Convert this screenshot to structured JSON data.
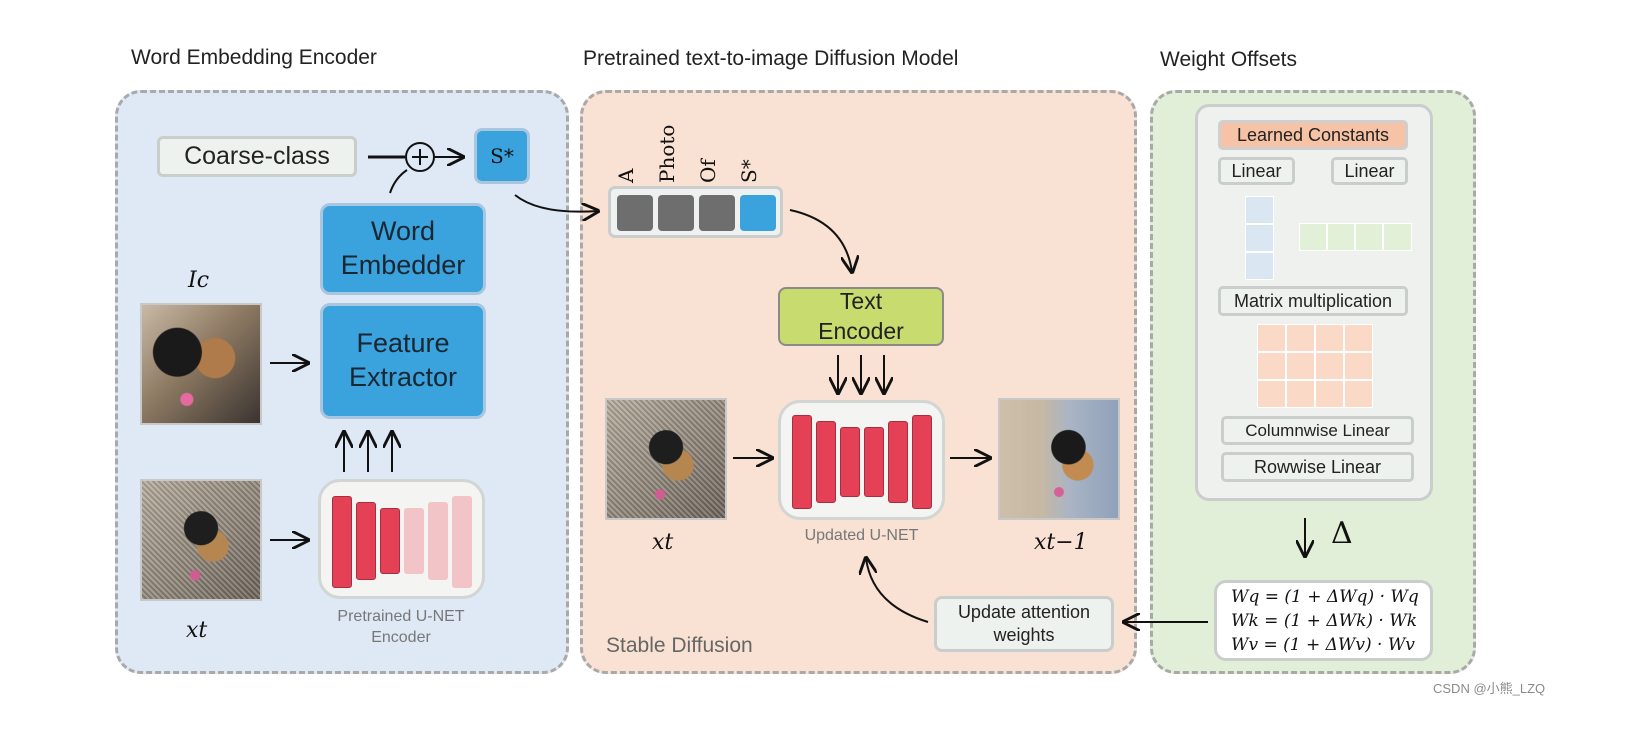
{
  "sections": {
    "encoder": {
      "title": "Word Embedding Encoder"
    },
    "diffusion": {
      "title": "Pretrained text-to-image Diffusion Model",
      "footer": "Stable Diffusion"
    },
    "offsets": {
      "title": "Weight Offsets"
    }
  },
  "encoder": {
    "coarse_class": "Coarse-class",
    "plus_symbol": "+",
    "s_star": "S*",
    "word_embedder": "Word Embedder",
    "feature_extractor": "Feature Extractor",
    "image_label_ic": "Ic",
    "image_label_xt": "xt",
    "unet_caption": "Pretrained U-NET Encoder"
  },
  "diffusion": {
    "tokens": [
      "A",
      "Photo",
      "Of",
      "S*"
    ],
    "text_encoder": "Text Encoder",
    "unet_caption": "Updated U-NET",
    "input_label": "xt",
    "output_label": "xt−1",
    "update_weights": "Update attention weights"
  },
  "offsets": {
    "learned_constants": "Learned Constants",
    "linear_left": "Linear",
    "linear_right": "Linear",
    "matrix_mult": "Matrix multiplication",
    "columnwise": "Columnwise Linear",
    "rowwise": "Rowwise Linear",
    "delta": "Δ",
    "eq_q": "Wq = (1 + ΔWq) · Wq",
    "eq_k": "Wk = (1 + ΔWk) · Wk",
    "eq_v": "Wv = (1 + ΔWv) · Wv"
  },
  "watermark": "CSDN @小熊_LZQ",
  "colors": {
    "encoder_bg": "#dfe8f5",
    "diffusion_bg": "#f9e1d3",
    "offsets_bg": "#e2efd8",
    "accent_blue": "#3aa2dc",
    "unet_red": "#e44157",
    "text_encoder_green": "#c8db6e",
    "learned_constants": "#f6c3a7"
  }
}
